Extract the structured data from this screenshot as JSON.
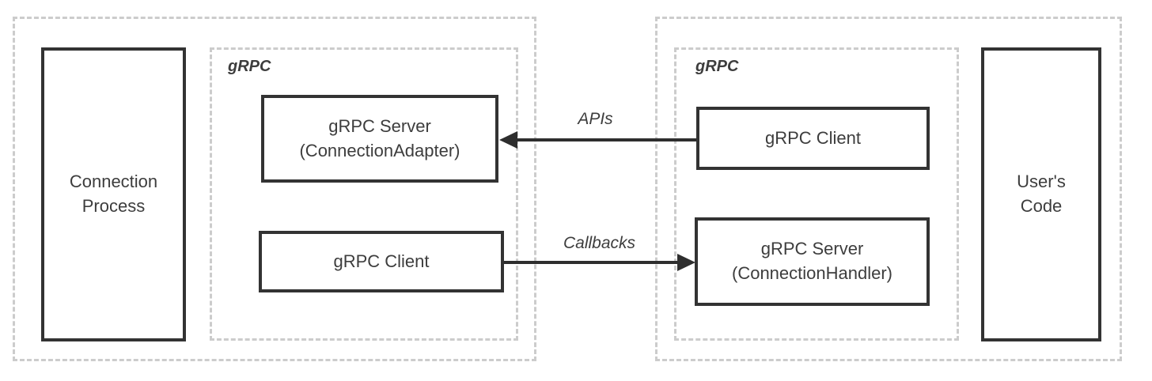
{
  "colors": {
    "solid_border": "#333333",
    "dashed_border": "#cccccc",
    "text": "#3d3d3d",
    "arrow": "#2e2e2e",
    "background": "#ffffff"
  },
  "left_container": {
    "process_box": {
      "line1": "Connection",
      "line2": "Process"
    },
    "grpc_group": {
      "label": "gRPC",
      "server_box": {
        "line1": "gRPC Server",
        "line2": "(ConnectionAdapter)"
      },
      "client_box": {
        "label": "gRPC Client"
      }
    }
  },
  "right_container": {
    "grpc_group": {
      "label": "gRPC",
      "client_box": {
        "label": "gRPC Client"
      },
      "server_box": {
        "line1": "gRPC Server",
        "line2": "(ConnectionHandler)"
      }
    },
    "user_code_box": {
      "line1": "User's",
      "line2": "Code"
    }
  },
  "arrows": {
    "apis": {
      "label": "APIs",
      "direction": "right-to-left"
    },
    "callbacks": {
      "label": "Callbacks",
      "direction": "left-to-right"
    }
  }
}
